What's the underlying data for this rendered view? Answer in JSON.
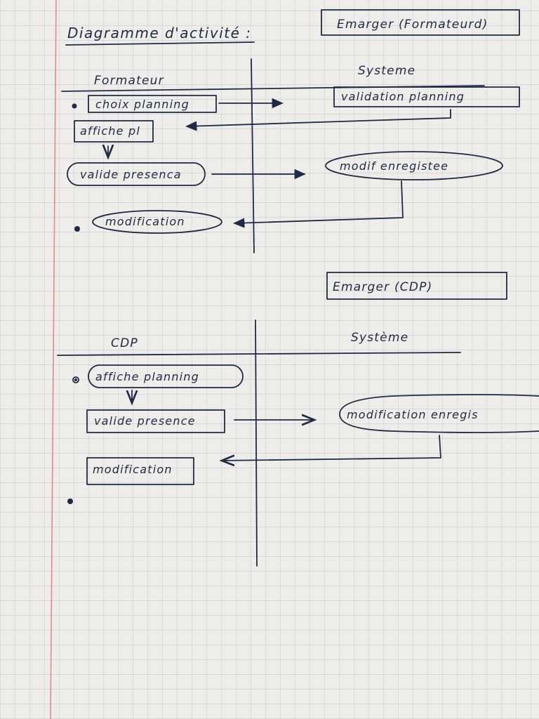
{
  "title": "Diagramme d'activité :",
  "sections": [
    {
      "heading": "Emarger (Formateurd)",
      "actor_label": "Formateur",
      "system_label": "Systeme",
      "actor_nodes": [
        "choix planning",
        "affiche pl",
        "valide presenca",
        "modification"
      ],
      "system_nodes": [
        "validation planning",
        "modif enregistee"
      ]
    },
    {
      "heading": "Emarger (CDP)",
      "actor_label": "CDP",
      "system_label": "Système",
      "actor_nodes": [
        "affiche planning",
        "valide presence",
        "modification"
      ],
      "system_nodes": [
        "modification enregis"
      ]
    }
  ],
  "colors": {
    "ink": "#1f2a44",
    "margin": "#e58a8a",
    "paper": "#efedea"
  }
}
